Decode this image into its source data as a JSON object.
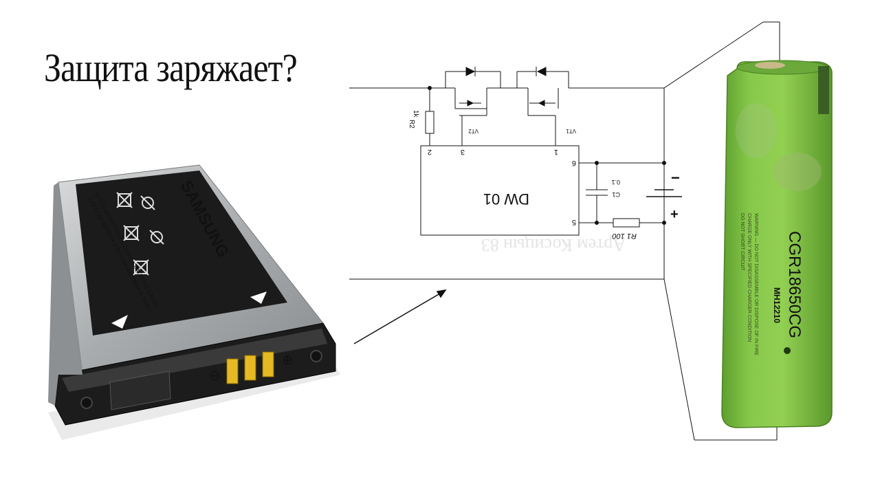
{
  "title": "Защита заряжает?",
  "circuit": {
    "ic_label": "DW 01",
    "pins": [
      "2",
      "3",
      "1",
      "6",
      "5"
    ],
    "vt2": "VT2",
    "vt1": "VT1",
    "r2_name": "R2",
    "r2_value": "1k",
    "c1_name": "C1",
    "c1_value": "0.1",
    "r1_label": "R1 100",
    "minus": "−",
    "plus": "+",
    "watermark": "Артем Косицын 83"
  },
  "phone_battery": {
    "brand": "SAMSUNG",
    "spec_line1": "3.7V Li-ion BATTERY 3.7V Li-ion BATTERIE 3.70Wh",
    "spec_line2": "3.7V Li-ion BATERÍA 3.7V Li-ion BATTERIA 3.70Wh"
  },
  "cell": {
    "model": "CGR18650CG",
    "code": "MH12210"
  },
  "colors": {
    "cell_green": "#7fc241",
    "cell_dark": "#4c8f2a",
    "battery_black": "#1a1a1a",
    "battery_silver": "#b9bcbe",
    "contact_gold": "#e3b820"
  }
}
